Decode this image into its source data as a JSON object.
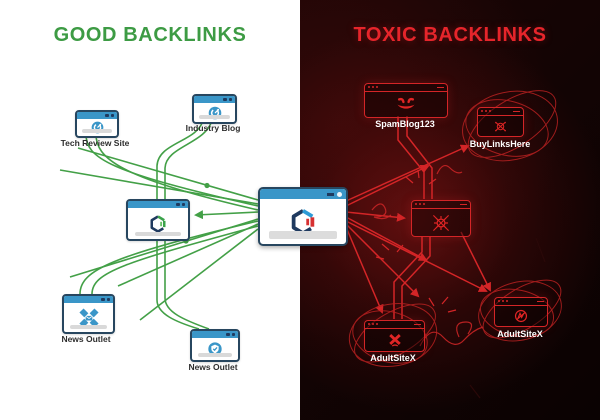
{
  "left_panel": {
    "title": "GOOD BACKLINKS",
    "title_color": "#3d9b44",
    "line_color": "#43a047",
    "sites": [
      {
        "label": "Tech Review Site",
        "icon": "gauge-icon"
      },
      {
        "label": "Industry Blog",
        "icon": "gauge-icon"
      },
      {
        "label": "",
        "icon": "cube-logo-green"
      },
      {
        "label": "News Outlet",
        "icon": "burst-envelope-icon"
      },
      {
        "label": "News Outlet",
        "icon": "shield-check-icon"
      }
    ]
  },
  "right_panel": {
    "title": "TOXIC BACKLINKS",
    "title_color": "#e6252b",
    "line_color": "#d42527",
    "sites": [
      {
        "label": "SpamBlog123",
        "icon": "devil-face-icon"
      },
      {
        "label": "BuyLinksHere",
        "icon": "crossed-circle-icon"
      },
      {
        "label": "",
        "icon": "crossed-virus-icon"
      },
      {
        "label": "AdultSiteX",
        "icon": "bold-x-icon"
      },
      {
        "label": "AdultSiteX",
        "icon": "no-entry-zigzag-icon"
      }
    ]
  },
  "center_site": {
    "label": "",
    "icon": "cube-logo-brand"
  },
  "colors": {
    "browser_bar": "#3a96c8",
    "browser_border": "#27465f",
    "logo_navy": "#1f3a5f",
    "logo_blue": "#2e9bd6",
    "logo_red": "#d63031",
    "dark_background": "#120404"
  }
}
